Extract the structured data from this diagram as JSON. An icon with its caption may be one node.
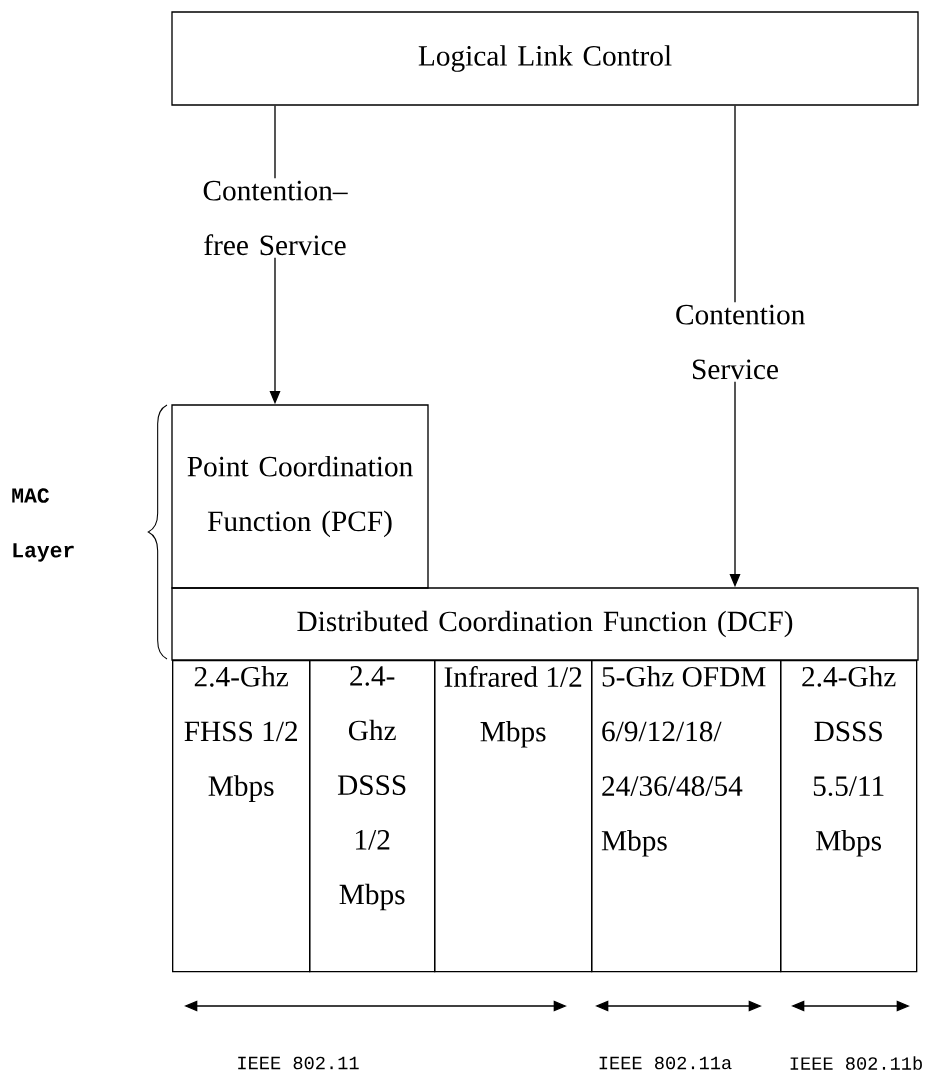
{
  "diagram": {
    "nodes": [
      {
        "text": [
          "Logical Link Control"
        ]
      },
      {
        "text": [
          "Point Coordination Function (PCF)"
        ]
      },
      {
        "text": [
          "Distributed Coordination Function (DCF)"
        ]
      },
      {
        "text": [
          "2.4-Ghz FHSS 1/2 Mbps"
        ]
      },
      {
        "text": [
          "2.4- Ghz DSSS 1/2 Mbps"
        ]
      },
      {
        "text": [
          "Infrared 1/2 Mbps"
        ]
      },
      {
        "text": [
          "5-Ghz OFDM 6/9/12/18/ 24/36/48/54 Mbps"
        ]
      },
      {
        "text": [
          "2.4-Ghz DSSS 5.5/11 Mbps"
        ]
      }
    ],
    "edges": [
      {
        "from": 0,
        "to": 1,
        "arrow": "to",
        "label": "Contention–free Service"
      },
      {
        "from": 0,
        "to": 2,
        "arrow": "to",
        "label": "Contention Service"
      }
    ],
    "labels": [
      "MAC Layer",
      "IEEE 802.11",
      "IEEE 802.11a",
      "IEEE 802.11b"
    ]
  }
}
